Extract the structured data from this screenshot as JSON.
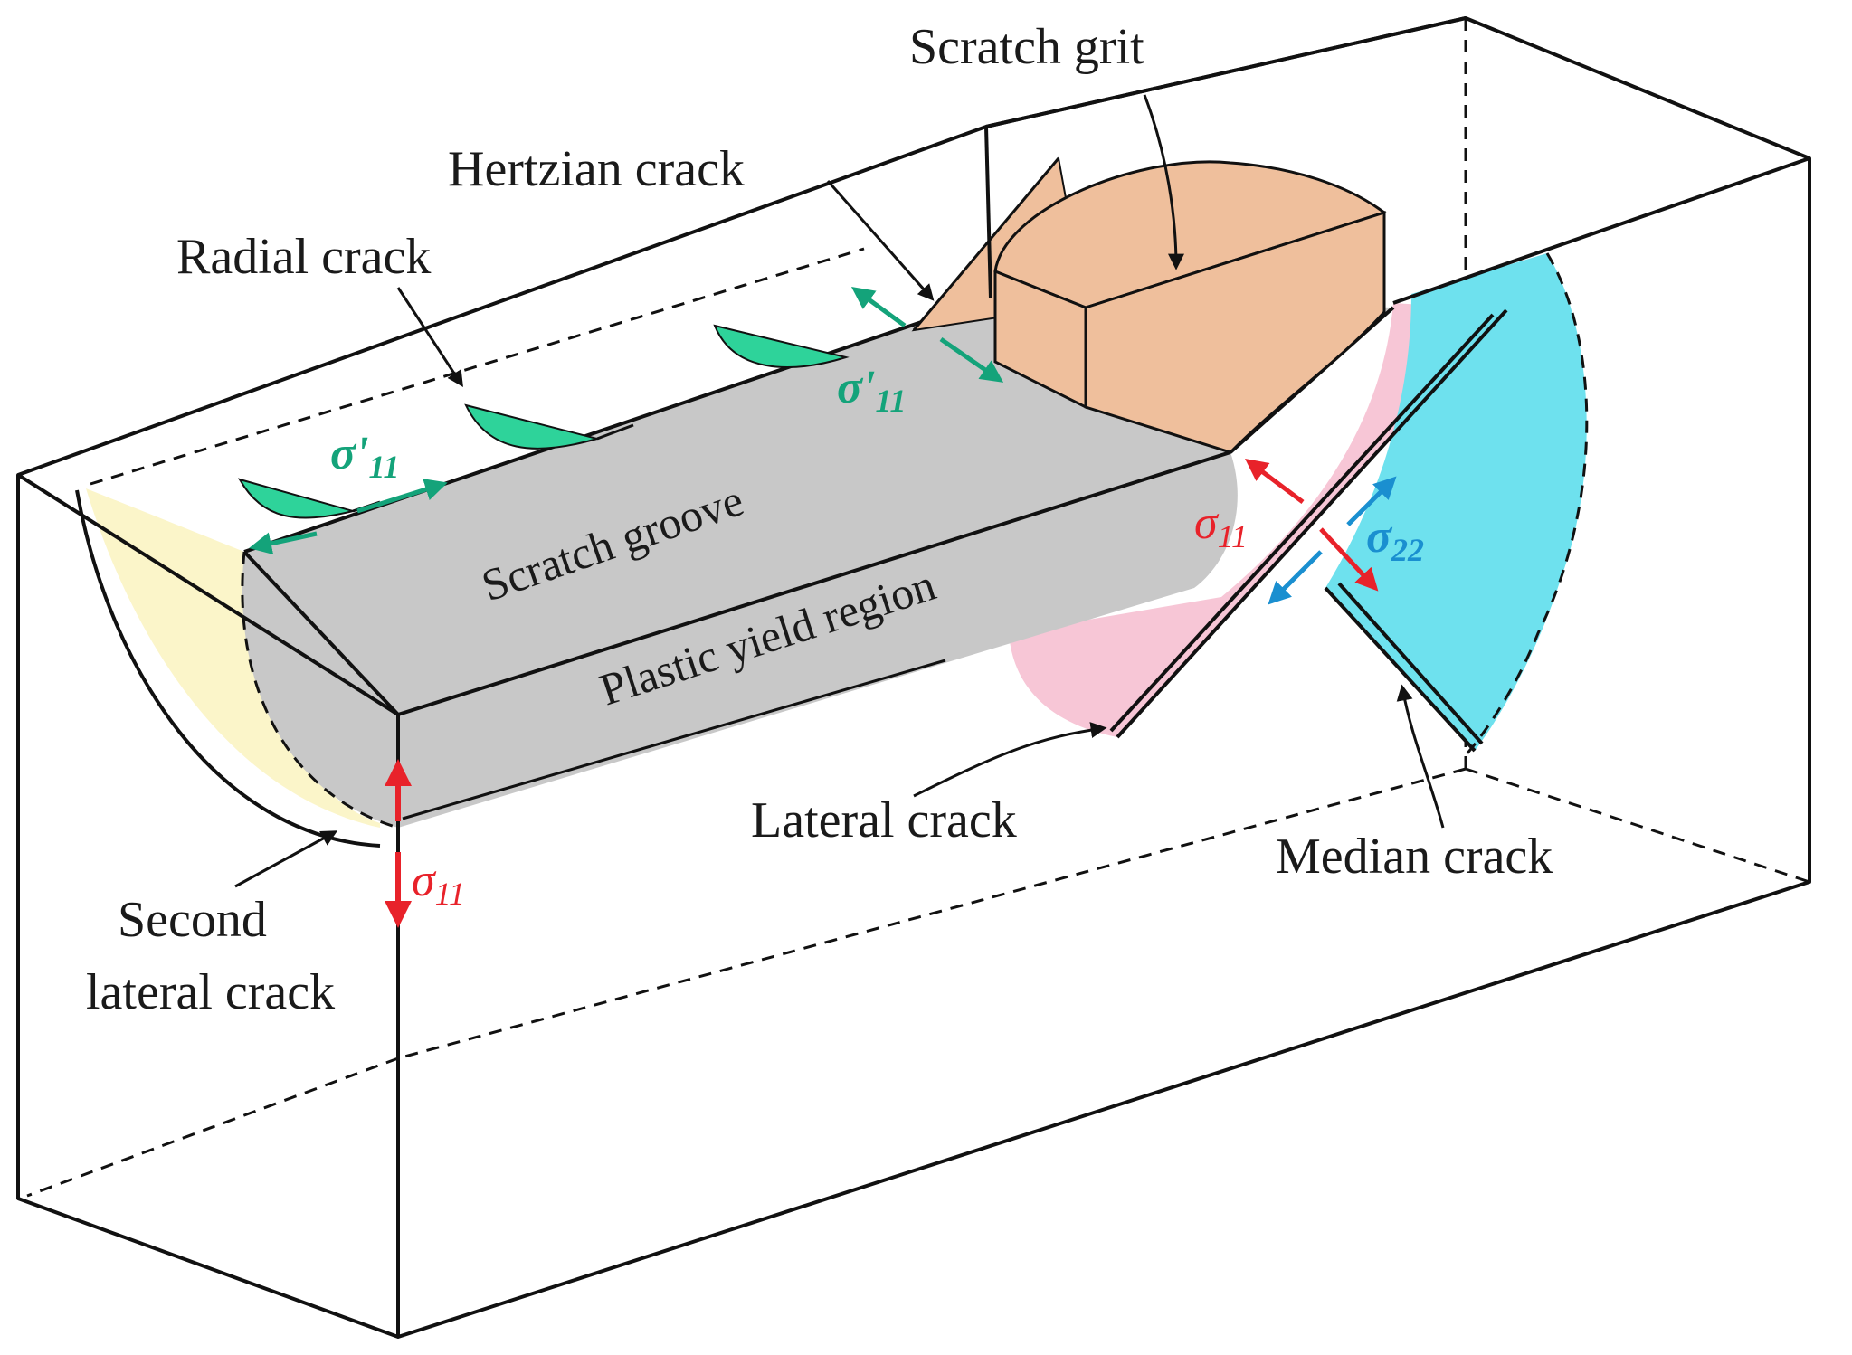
{
  "labels": {
    "scratch_grit": "Scratch grit",
    "hertzian_crack": "Hertzian crack",
    "radial_crack": "Radial crack",
    "scratch_groove": "Scratch groove",
    "plastic_yield_region": "Plastic yield region",
    "lateral_crack": "Lateral crack",
    "median_crack": "Median crack",
    "second_lateral_crack_line1": "Second",
    "second_lateral_crack_line2": "lateral crack"
  },
  "stresses": {
    "sigma_prime_sym": "σ'",
    "sigma_sym": "σ",
    "sub_11": "11",
    "sub_22": "22"
  },
  "colors": {
    "groove_gray": "#c8c8c8",
    "grit_peach": "#efbf9c",
    "radial_green": "#2ed39a",
    "lateral_pink": "#f7c6d6",
    "median_cyan": "#6ee1ee",
    "second_lateral_yellow": "#fbf5c9",
    "sigma11_red": "#e8222a",
    "sigma_prime_green": "#14a37a",
    "sigma22_blue": "#1a8fd0"
  }
}
